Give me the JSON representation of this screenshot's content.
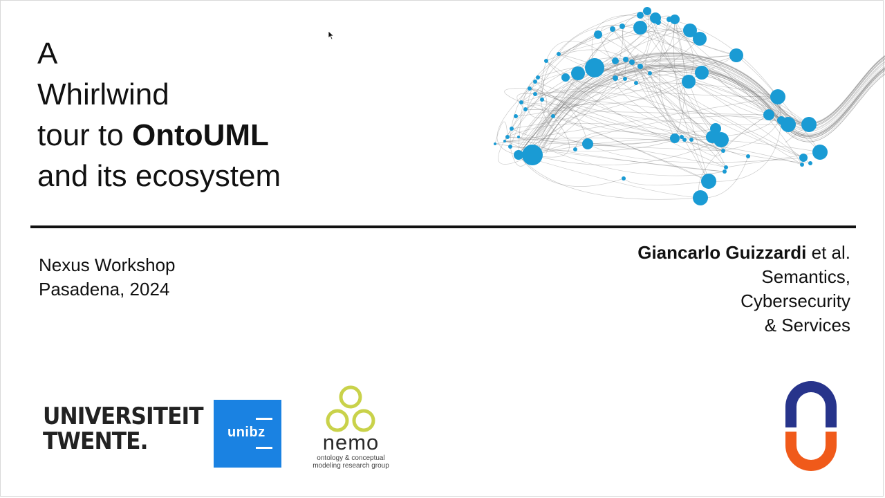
{
  "title": {
    "line1": "A",
    "line2": "Whirlwind",
    "line3_prefix": "tour to ",
    "line3_bold": "OntoUML",
    "line4": "and its ecosystem"
  },
  "event": {
    "name": "Nexus Workshop",
    "place_year": "Pasadena, 2024"
  },
  "author": {
    "name_bold": "Giancarlo Guizzardi",
    "name_suffix": " et al.",
    "affiliation_line1": "Semantics,",
    "affiliation_line2": "Cybersecurity",
    "affiliation_line3": "& Services"
  },
  "logos": {
    "ut_line1": "UNIVERSITEIT",
    "ut_line2": "TWENTE.",
    "unibz": "unibz",
    "nemo_name": "nemo",
    "nemo_sub1": "ontology & conceptual",
    "nemo_sub2": "modeling research group"
  },
  "colors": {
    "node_blue": "#1a9bd4",
    "unibz_blue": "#1a82e2",
    "nemo_green": "#c9d24a",
    "org_navy": "#27348b",
    "org_orange": "#f05a1a"
  },
  "icons": {
    "cursor": "mouse-pointer-icon",
    "network": "network-graph-illustration"
  }
}
